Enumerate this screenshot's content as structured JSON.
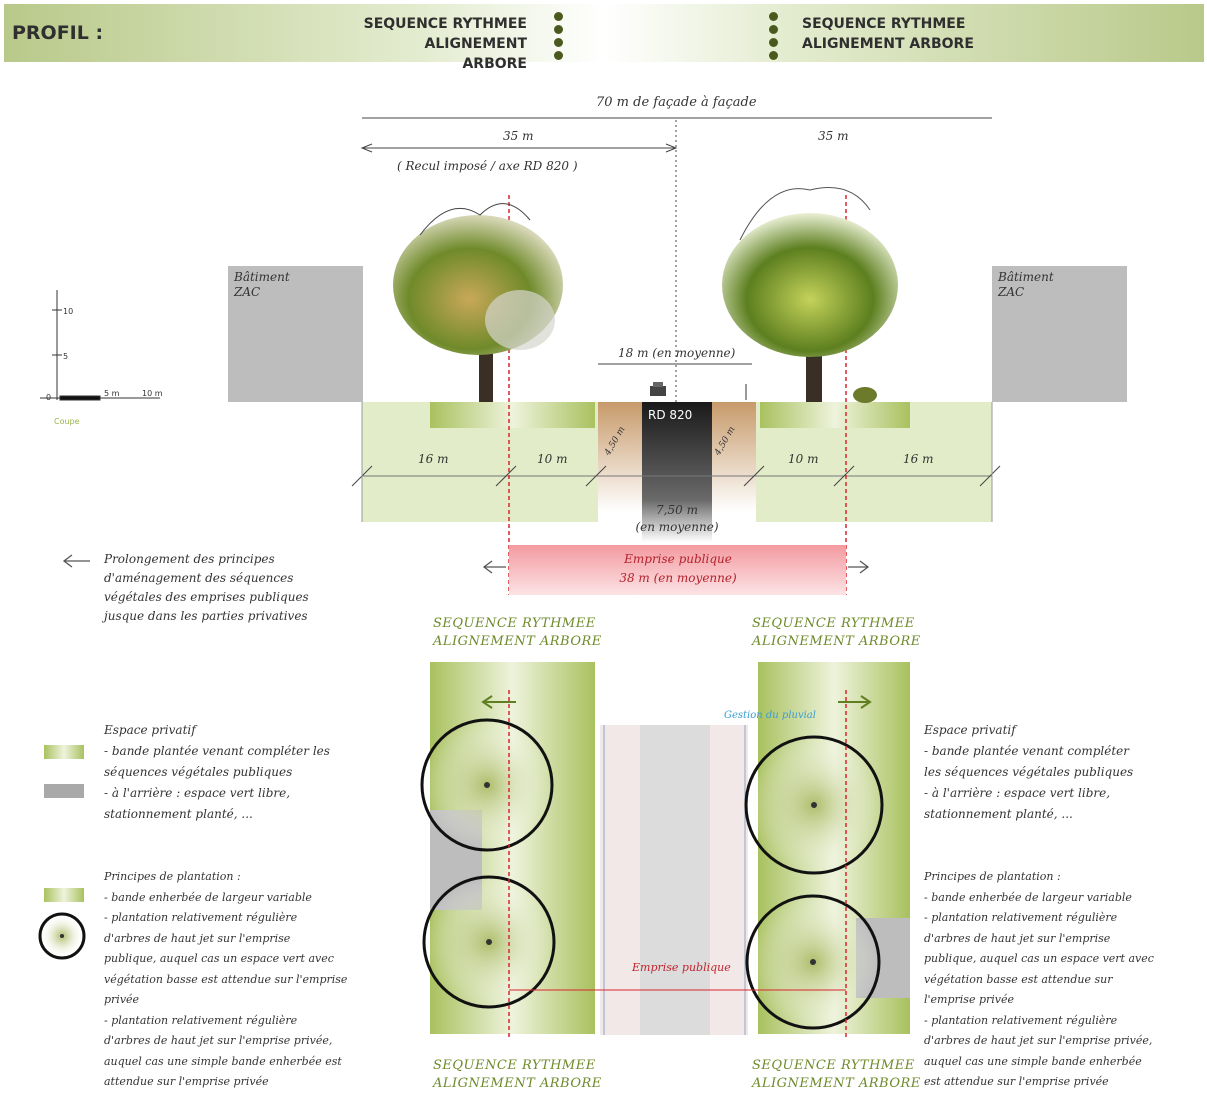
{
  "banner": {
    "profil_label": "PROFIL :",
    "left_seq_line1": "SEQUENCE RYTHMEE",
    "left_seq_line2": "ALIGNEMENT ARBORE",
    "right_seq_line1": "SEQUENCE RYTHMEE",
    "right_seq_line2": "ALIGNEMENT ARBORE"
  },
  "profile": {
    "total_width_label": "70 m de façade à façade",
    "half_left_label": "35 m",
    "half_right_label": "35 m",
    "recul_label": "( Recul imposé / axe RD 820 )",
    "batiment_left_line1": "Bâtiment",
    "batiment_left_line2": "ZAC",
    "batiment_right_line1": "Bâtiment",
    "batiment_right_line2": "ZAC",
    "road_width_label": "18 m (en moyenne)",
    "road_name": "RD 820",
    "side_left_label": "4,50 m",
    "side_right_label": "4,50 m",
    "seg1": "16 m",
    "seg2": "10 m",
    "seg3": "10 m",
    "seg4": "16 m",
    "road_avg_line1": "7,50 m",
    "road_avg_line2": "(en moyenne)",
    "emprise_line1": "Emprise publique",
    "emprise_line2": "38 m (en moyenne)",
    "scale_5": "5",
    "scale_10": "10",
    "scale_0": "0",
    "scale_5m": "5 m",
    "scale_10m": "10 m",
    "scale_label": "Coupe"
  },
  "notes": {
    "prolongement": [
      "Prolongement des principes",
      "d'aménagement des séquences",
      "végétales des emprises publiques",
      "jusque dans les parties privatives"
    ],
    "left_espace": [
      "Espace privatif",
      "- bande plantée venant compléter les",
      "séquences végétales publiques",
      "- à l'arrière : espace vert libre,",
      "stationnement planté, ..."
    ],
    "left_principes": [
      "Principes de plantation :",
      "- bande enherbée de largeur variable",
      "- plantation relativement régulière",
      "d'arbres de haut jet sur l'emprise",
      "publique, auquel cas un espace vert avec",
      "végétation basse est attendue sur l'emprise",
      "privée",
      "- plantation relativement régulière",
      "d'arbres de haut jet sur l'emprise privée,",
      "auquel cas une simple bande enherbée est",
      "attendue sur l'emprise privée"
    ],
    "right_espace": [
      "Espace privatif",
      "- bande plantée venant compléter",
      "les séquences végétales publiques",
      "- à l'arrière : espace vert libre,",
      "stationnement planté, ..."
    ],
    "right_principes": [
      "Principes de plantation :",
      "- bande enherbée de largeur variable",
      "- plantation relativement régulière",
      "d'arbres de haut jet sur l'emprise",
      "publique, auquel cas un espace vert avec",
      "végétation basse est attendue sur",
      "l'emprise privée",
      "- plantation relativement régulière",
      "d'arbres de haut jet sur l'emprise privée,",
      "auquel cas une simple bande enherbée",
      "est attendue sur l'emprise privée"
    ]
  },
  "plan": {
    "seq_top_left_1": "SEQUENCE RYTHMEE",
    "seq_top_left_2": "ALIGNEMENT ARBORE",
    "seq_top_right_1": "SEQUENCE RYTHMEE",
    "seq_top_right_2": "ALIGNEMENT ARBORE",
    "seq_bot_left_1": "SEQUENCE RYTHMEE",
    "seq_bot_left_2": "ALIGNEMENT ARBORE",
    "seq_bot_right_1": "SEQUENCE RYTHMEE",
    "seq_bot_right_2": "ALIGNEMENT ARBORE",
    "gestion_label": "Gestion du pluvial",
    "emprise_label": "Emprise publique"
  },
  "colors": {
    "grass": "#e3ecc8",
    "green_band": "#a9c15f",
    "building": "#bdbdbd",
    "red_dash": "#d9262e",
    "emprise_pink": "#f4b3b8",
    "green_title": "#6e8a2a"
  }
}
